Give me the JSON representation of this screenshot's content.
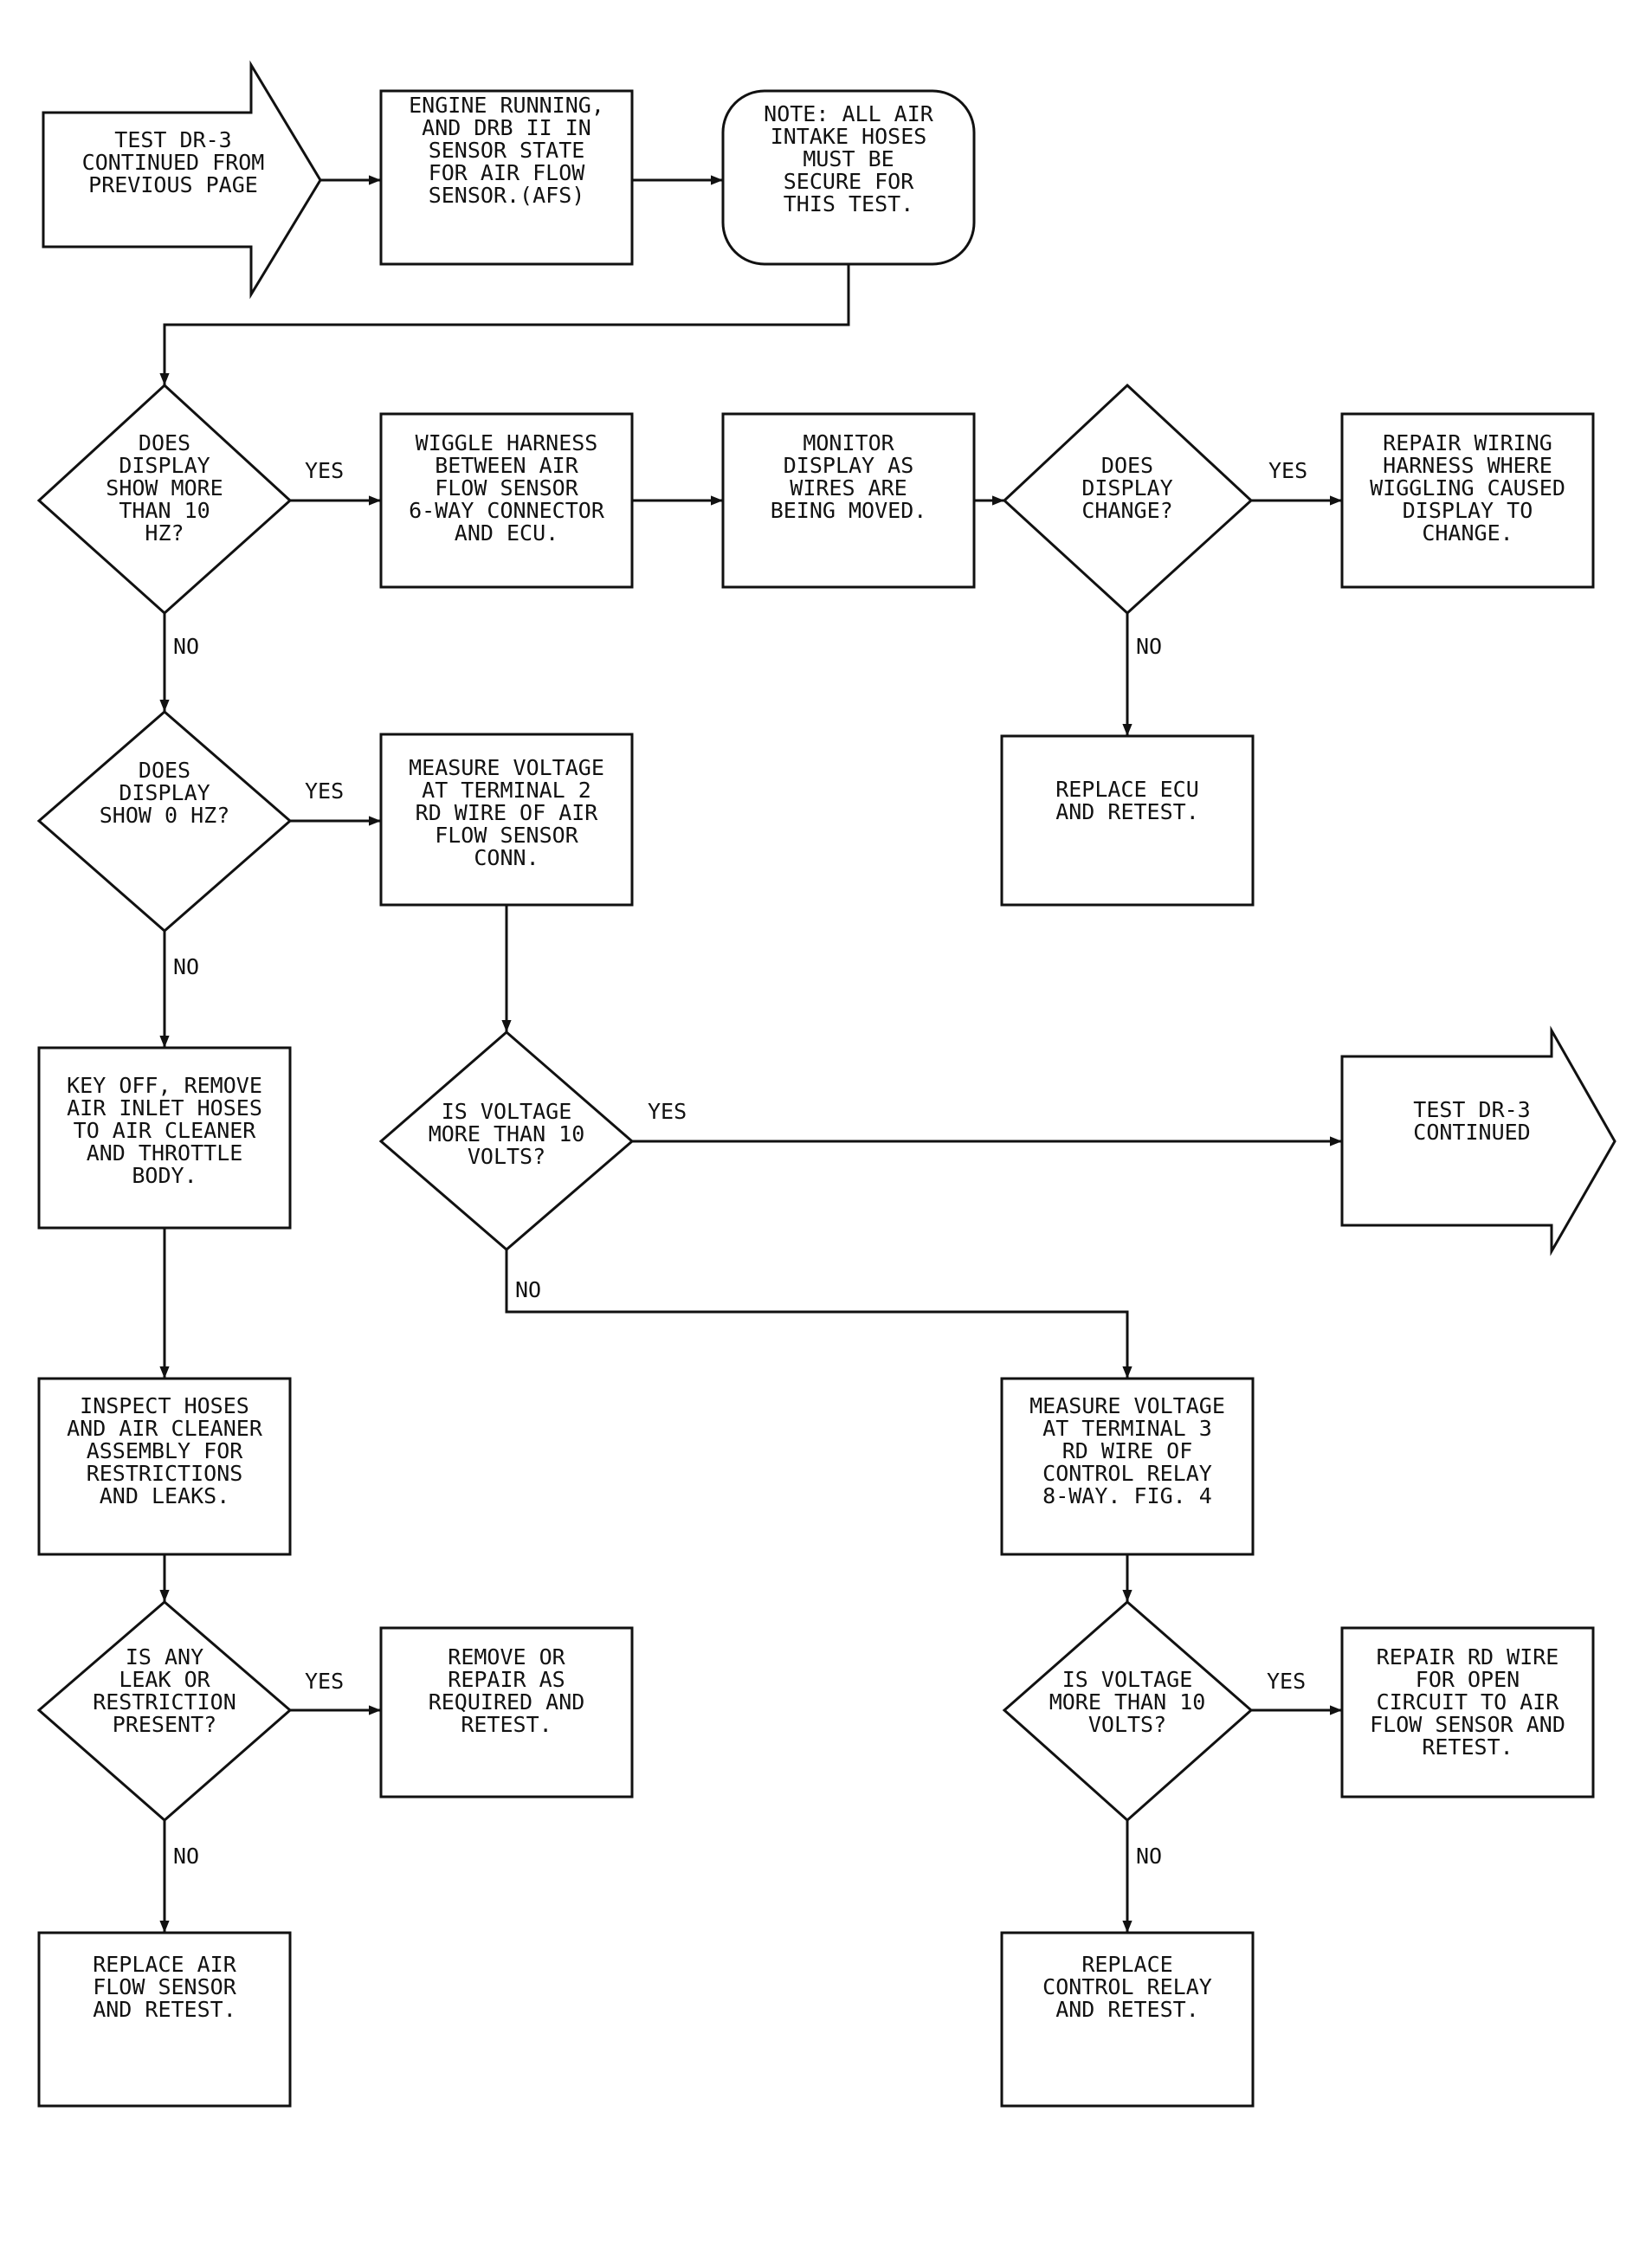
{
  "diagram": {
    "nodes": {
      "start": [
        "TEST DR-3",
        "CONTINUED FROM",
        "PREVIOUS PAGE"
      ],
      "engine": [
        "ENGINE RUNNING,",
        "AND DRB II IN",
        "SENSOR STATE",
        "FOR AIR FLOW",
        "SENSOR.(AFS)"
      ],
      "note": [
        "NOTE: ALL AIR",
        "INTAKE HOSES",
        "MUST BE",
        "SECURE FOR",
        "THIS TEST."
      ],
      "d_more10": [
        "DOES",
        "DISPLAY",
        "SHOW MORE",
        "THAN 10",
        "HZ?"
      ],
      "wiggle": [
        "WIGGLE HARNESS",
        "BETWEEN AIR",
        "FLOW SENSOR",
        "6-WAY CONNECTOR",
        "AND ECU."
      ],
      "monitor": [
        "MONITOR",
        "DISPLAY AS",
        "WIRES ARE",
        "BEING MOVED."
      ],
      "d_change": [
        "DOES",
        "DISPLAY",
        "CHANGE?"
      ],
      "repair_wiring": [
        "REPAIR WIRING",
        "HARNESS WHERE",
        "WIGGLING CAUSED",
        "DISPLAY TO",
        "CHANGE."
      ],
      "replace_ecu": [
        "REPLACE ECU",
        "AND RETEST."
      ],
      "d_0hz": [
        "DOES",
        "DISPLAY",
        "SHOW 0 HZ?"
      ],
      "measure2": [
        "MEASURE VOLTAGE",
        "AT TERMINAL 2",
        "RD WIRE OF AIR",
        "FLOW SENSOR",
        "CONN."
      ],
      "keyoff": [
        "KEY OFF, REMOVE",
        "AIR INLET HOSES",
        "TO AIR CLEANER",
        "AND THROTTLE",
        "BODY."
      ],
      "d_volt1": [
        "IS VOLTAGE",
        "MORE THAN 10",
        "VOLTS?"
      ],
      "continued": [
        "TEST DR-3",
        "CONTINUED"
      ],
      "inspect": [
        "INSPECT HOSES",
        "AND AIR CLEANER",
        "ASSEMBLY FOR",
        "RESTRICTIONS",
        "AND LEAKS."
      ],
      "measure3": [
        "MEASURE VOLTAGE",
        "AT TERMINAL 3",
        "RD WIRE OF",
        "CONTROL RELAY",
        "8-WAY. FIG. 4"
      ],
      "d_leak": [
        "IS ANY",
        "LEAK OR",
        "RESTRICTION",
        "PRESENT?"
      ],
      "remove_repair": [
        "REMOVE OR",
        "REPAIR AS",
        "REQUIRED AND",
        "RETEST."
      ],
      "d_volt2": [
        "IS VOLTAGE",
        "MORE THAN 10",
        "VOLTS?"
      ],
      "repair_rd": [
        "REPAIR RD WIRE",
        "FOR OPEN",
        "CIRCUIT TO AIR",
        "FLOW SENSOR AND",
        "RETEST."
      ],
      "replace_afs": [
        "REPLACE AIR",
        "FLOW SENSOR",
        "AND RETEST."
      ],
      "replace_relay": [
        "REPLACE",
        "CONTROL RELAY",
        "AND RETEST."
      ]
    },
    "labels": {
      "more10_yes": "YES",
      "more10_no": "NO",
      "change_yes": "YES",
      "change_no": "NO",
      "zero_yes": "YES",
      "zero_no": "NO",
      "volt1_yes": "YES",
      "volt1_no": "NO",
      "leak_yes": "YES",
      "leak_no": "NO",
      "volt2_yes": "YES",
      "volt2_no": "NO"
    }
  }
}
